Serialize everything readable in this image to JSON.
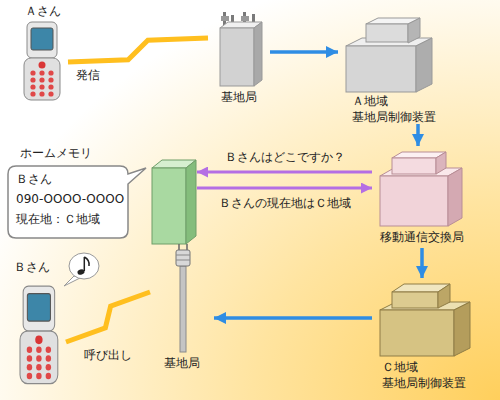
{
  "diagram": {
    "nodes": [
      {
        "text": [
          "Ａさん"
        ]
      },
      {
        "text": [
          "基地局"
        ]
      },
      {
        "text": [
          "Ａ地域",
          "基地局制御装置"
        ]
      },
      {
        "text": [
          "ホームメモリ",
          "Ｂさん",
          "090-OOOO-OOOO",
          "現在地：Ｃ地域"
        ]
      },
      {
        "text": [
          "移動通信交換局"
        ]
      },
      {
        "text": [
          "Ｃ地域",
          "基地局制御装置"
        ]
      },
      {
        "text": [
          "基地局"
        ]
      },
      {
        "text": [
          "Ｂさん"
        ]
      }
    ],
    "edges": [
      {
        "from": 0,
        "to": 1,
        "arrow": "none",
        "label": "発信"
      },
      {
        "from": 1,
        "to": 2,
        "arrow": "to"
      },
      {
        "from": 2,
        "to": 4,
        "arrow": "to"
      },
      {
        "from": 4,
        "to": 3,
        "arrow": "to",
        "label": "Ｂさんはどこですか？"
      },
      {
        "from": 3,
        "to": 4,
        "arrow": "to",
        "label": "Ｂさんの現在地はＣ地域"
      },
      {
        "from": 4,
        "to": 5,
        "arrow": "to"
      },
      {
        "from": 5,
        "to": 6,
        "arrow": "to"
      },
      {
        "from": 6,
        "to": 7,
        "arrow": "none",
        "label": "呼び出し"
      }
    ]
  }
}
